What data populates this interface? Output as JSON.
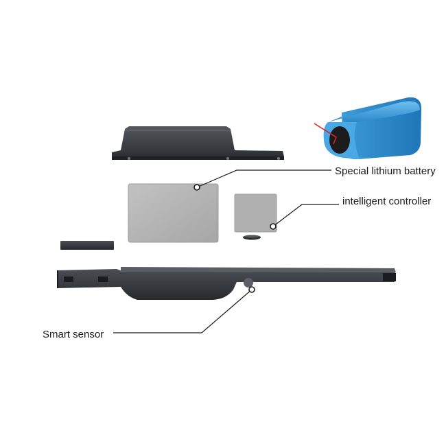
{
  "diagram": {
    "callouts": {
      "battery": "Special lithium battery",
      "controller": "intelligent controller",
      "sensor": "Smart sensor"
    },
    "colors": {
      "housing": "#3a3d42",
      "housing_shadow": "#2a2c30",
      "panel_gray": "#b3b3b3",
      "battery_blue": "#3fa3e0",
      "battery_cap": "#1c1c1c",
      "wire_red": "#d8232a",
      "leader_line": "#1a1a1a"
    },
    "icons": {
      "leader_dot": "ring-dot-icon"
    }
  }
}
